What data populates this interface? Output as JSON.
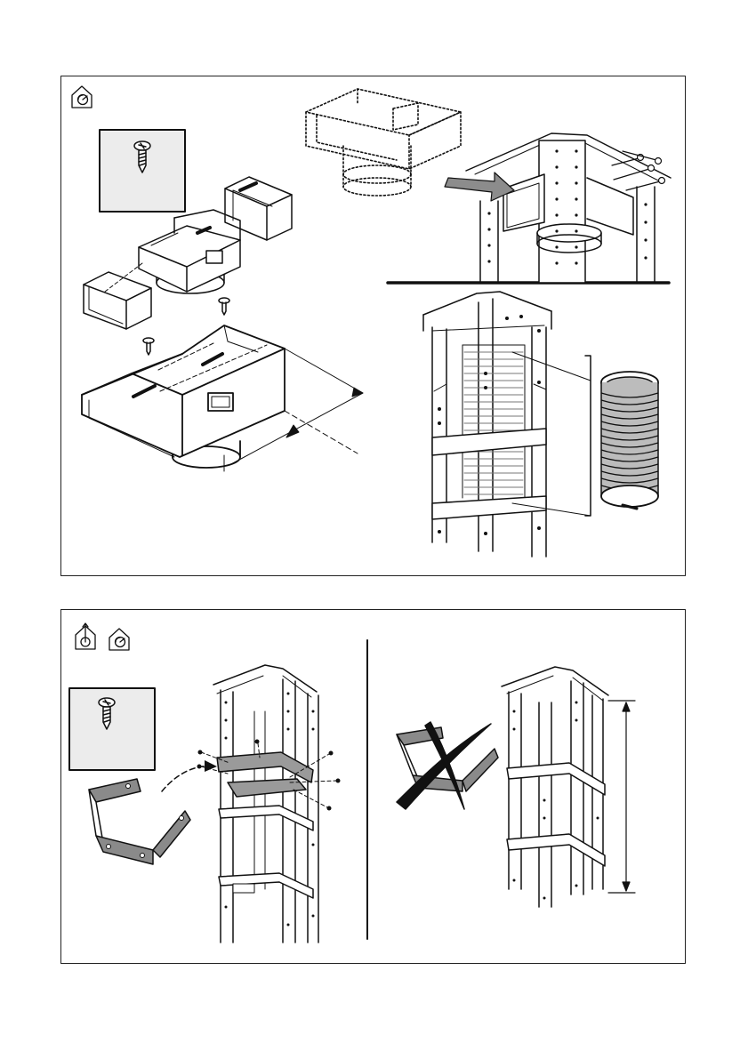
{
  "document": {
    "type": "installation-instructions",
    "colors": {
      "line": "#111111",
      "panel_border": "#222222",
      "screw_box_fill": "#ececec",
      "bracket_fill": "#8a8a8a",
      "highlight_bracket_fill": "#9a9a9a",
      "arrow_fill": "#8c8c8c",
      "hose_fill": "#bcbcbc"
    }
  },
  "panels": [
    {
      "id": "top",
      "icons": [
        "duct-out-house-icon"
      ],
      "figures": [
        "screw-callout",
        "duct-adapter-exploded-view",
        "hood-motor-unit-dotted",
        "frame-top-with-insertion-arrow",
        "frame-with-flexible-hose",
        "flexible-hose-detail"
      ]
    },
    {
      "id": "bottom",
      "icons": [
        "filter-recirculation-house-icon",
        "duct-out-house-icon"
      ],
      "figures": [
        "screw-callout",
        "cross-bracket",
        "frame-with-bracket-mounting",
        "crossed-out-bracket",
        "frame-height-dimension"
      ]
    }
  ]
}
